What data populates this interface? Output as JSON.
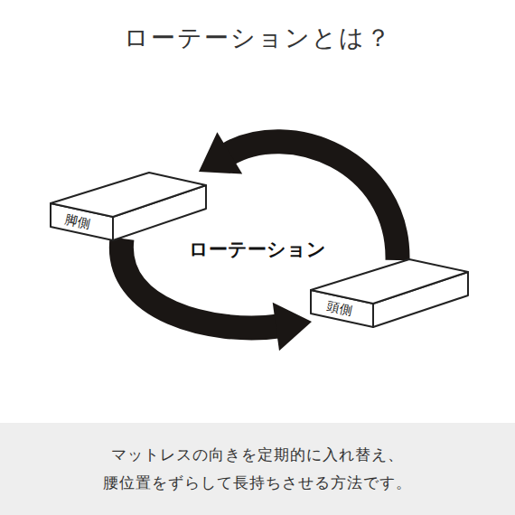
{
  "diagram": {
    "title": "ローテーションとは？",
    "caption": "マットレスの向きを定期的に入れ替え、腰位置をずらして長持ちさせる方法です。",
    "nodes": [
      {
        "text": [
          "脚側"
        ]
      },
      {
        "text": [
          "頭側"
        ]
      }
    ],
    "edges": [
      {
        "from": 1,
        "to": 0,
        "arrow": "to"
      },
      {
        "from": 0,
        "to": 1,
        "arrow": "to"
      }
    ],
    "labels": [
      "ローテーション"
    ]
  }
}
